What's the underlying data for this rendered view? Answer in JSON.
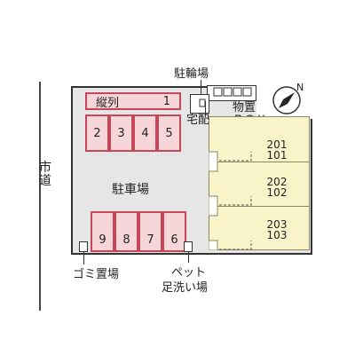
{
  "road": {
    "label": "市道"
  },
  "parking": {
    "label": "駐車場",
    "tandem_label": "縦列",
    "tandem_number": "1",
    "top_slots": [
      "2",
      "3",
      "4",
      "5"
    ],
    "bottom_slots": [
      "9",
      "8",
      "7",
      "6"
    ]
  },
  "facilities": {
    "bicycle": "駐輪場",
    "storage_line1": "物置",
    "delivery_line1": "宅配",
    "delivery_line2": "ＢＯＸ",
    "garbage": "ゴミ置場",
    "pet_line1": "ペット",
    "pet_line2": "足洗い場"
  },
  "building": {
    "units": [
      {
        "upper": "201",
        "lower": "101"
      },
      {
        "upper": "202",
        "lower": "102"
      },
      {
        "upper": "203",
        "lower": "103"
      }
    ]
  },
  "compass": {
    "label": "N"
  },
  "colors": {
    "parking_fill": "#f6d6d8",
    "parking_border": "#c8465a",
    "building_fill": "#f8f3c8",
    "lot_fill": "#e6e6e6"
  }
}
